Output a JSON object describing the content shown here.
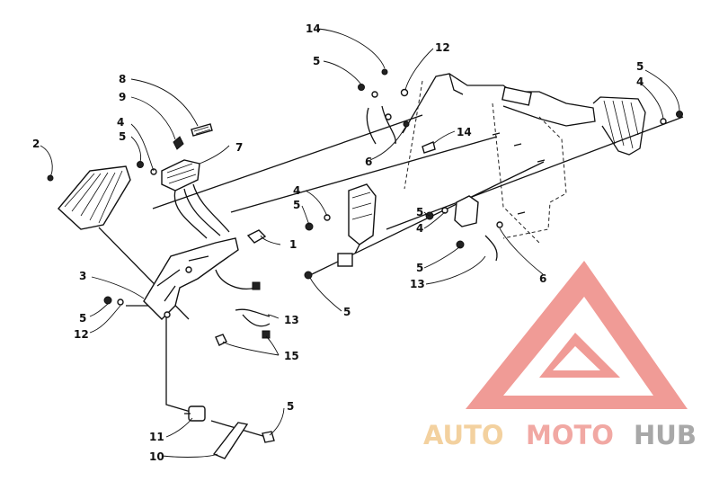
{
  "callouts": {
    "c1": "1",
    "c2": "2",
    "c3": "3",
    "c4a": "4",
    "c4b": "4",
    "c4c": "4",
    "c4d": "4",
    "c5a": "5",
    "c5b": "5",
    "c5c": "5",
    "c5d": "5",
    "c5e": "5",
    "c5f": "5",
    "c5g": "5",
    "c5h": "5",
    "c5i": "5",
    "c6a": "6",
    "c6b": "6",
    "c7": "7",
    "c8": "8",
    "c9": "9",
    "c10": "10",
    "c11": "11",
    "c12a": "12",
    "c12b": "12",
    "c13a": "13",
    "c13b": "13",
    "c14a": "14",
    "c14b": "14",
    "c15": "15"
  },
  "watermark": {
    "auto": "AUTO",
    "moto": "MOTO",
    "hub": "HUB",
    "colors": {
      "auto": "#f2c98f",
      "moto": "#ef9a94",
      "hub": "#9a9a9a",
      "triangle": "#ee8a84"
    }
  }
}
